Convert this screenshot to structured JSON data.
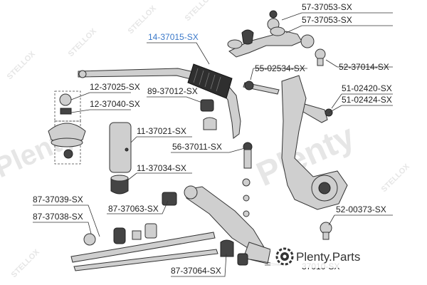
{
  "callouts": {
    "c_57053a": "57-37053-SX",
    "c_57053b": "57-37053-SX",
    "c_14015": "14-37015-SX",
    "c_52014": "52-37014-SX",
    "c_55025": "55-02534-SX",
    "c_12025": "12-37025-SX",
    "c_89012": "89-37012-SX",
    "c_51420": "51-02420-SX",
    "c_51424": "51-02424-SX",
    "c_12040": "12-37040-SX",
    "c_11021": "11-37021-SX",
    "c_56011": "56-37011-SX",
    "c_11034": "11-37034-SX",
    "c_87039": "87-37039-SX",
    "c_87063": "87-37063-SX",
    "c_52003": "52-00373-SX",
    "c_87038": "87-37038-SX",
    "c_87064": "87-37064-SX",
    "c_37010": "37010-SX"
  },
  "watermark": {
    "brand": "STELLOX",
    "site": "Plenty"
  },
  "logo": {
    "name": "Plenty",
    "suffix": ".Parts"
  },
  "colors": {
    "highlight": "#3a78c9",
    "ink": "#222222",
    "watermark": "#e6e6e6"
  }
}
